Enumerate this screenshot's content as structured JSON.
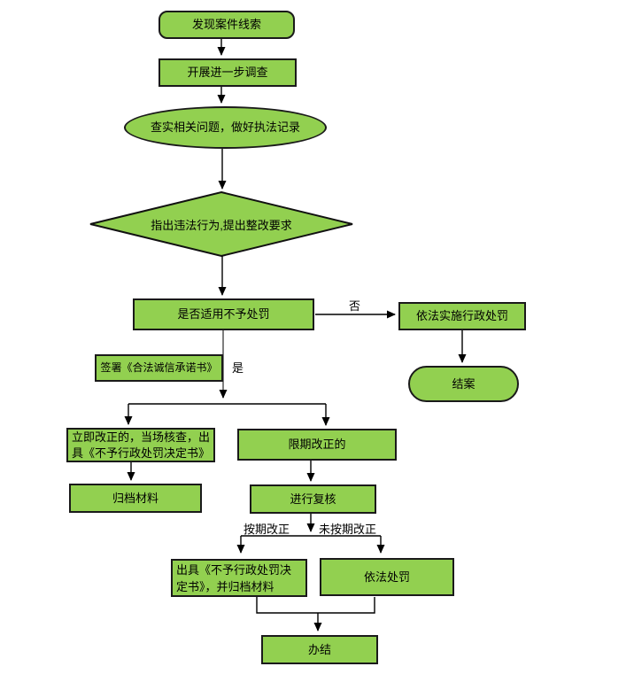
{
  "flow": {
    "colors": {
      "node_fill": "#92d050",
      "node_border": "#1a1a1a",
      "connector": "#000000",
      "branch_connector_gray": "#7f7f7f"
    },
    "nodes": {
      "find_clue": {
        "label": "发现案件线索"
      },
      "investigate": {
        "label": "开展进一步调查"
      },
      "verify": {
        "label": "查实相关问题，做好执法记录"
      },
      "point_out": {
        "label": "指出违法行为,提出整改要求"
      },
      "applicable": {
        "label": "是否适用不予处罚"
      },
      "sign": {
        "label": "签署《合法诚信承诺书》"
      },
      "admin_penalty": {
        "label": "依法实施行政处罚"
      },
      "close_case": {
        "label": "结案"
      },
      "immediate": {
        "label": "立即改正的，当场核查，出具《不予行政处罚决定书》"
      },
      "archive": {
        "label": "归档材料"
      },
      "deadline": {
        "label": "限期改正的"
      },
      "review": {
        "label": "进行复核"
      },
      "issue_decision": {
        "label": "出具《不予行政处罚决定书》，并归档材料"
      },
      "punish": {
        "label": "依法处罚"
      },
      "finish": {
        "label": "办结"
      }
    },
    "edge_labels": {
      "no": "否",
      "yes": "是",
      "on_time": "按期改正",
      "overdue": "未按期改正"
    }
  }
}
